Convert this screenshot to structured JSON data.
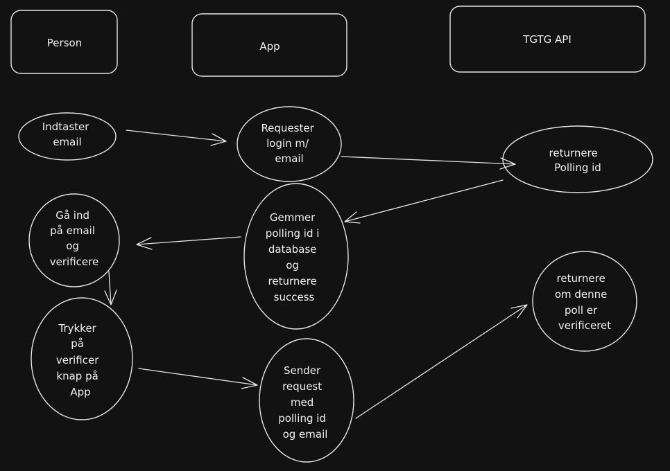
{
  "columns": {
    "person": "Person",
    "app": "App",
    "api": "TGTG API"
  },
  "nodes": {
    "indtaster": [
      "Indtaster",
      "email"
    ],
    "requester": [
      "Requester",
      "login m/",
      "email"
    ],
    "returnere_polling": [
      "returnere",
      "Polling id"
    ],
    "gaa_ind": [
      "Gå ind",
      "på email",
      "og",
      "verificere"
    ],
    "gemmer": [
      "Gemmer",
      "polling id i",
      "database",
      "og",
      "returnere",
      "success"
    ],
    "trykker": [
      "Trykker",
      "på",
      "verificer",
      "knap på",
      "App"
    ],
    "returnere_verificeret": [
      "returnere",
      "om denne",
      "poll er",
      "verificeret"
    ],
    "sender": [
      "Sender",
      "request",
      "med",
      "polling id",
      "og email"
    ]
  }
}
